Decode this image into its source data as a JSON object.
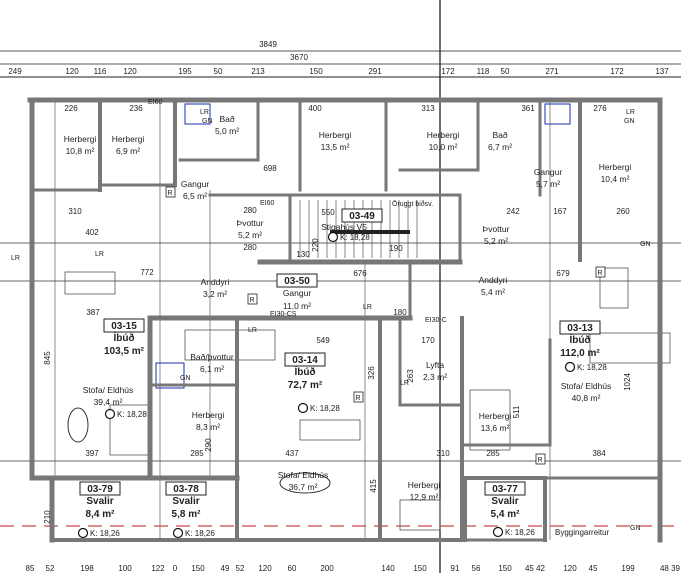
{
  "title": "Floor plan – 3rd floor, units 03-13 / 03-14 / 03-15",
  "overall_dimensions": [
    "3849",
    "3670"
  ],
  "top_dimensions": [
    "249",
    "120",
    "116",
    "120",
    "195",
    "50",
    "213",
    "150",
    "291",
    "172",
    "118",
    "50",
    "271",
    "172",
    "137"
  ],
  "bottom_dimensions": [
    "85",
    "52",
    "198",
    "100",
    "122",
    "0",
    "150",
    "49",
    "52",
    "120",
    "60",
    "200",
    "140",
    "150",
    "91",
    "56",
    "150",
    "45 42",
    "120",
    "45",
    "199",
    "48 39"
  ],
  "units": [
    {
      "id": "03-15",
      "type": "Íbúð",
      "area": "103,5 m²"
    },
    {
      "id": "03-14",
      "type": "Íbúð",
      "area": "72,7 m²"
    },
    {
      "id": "03-13",
      "type": "Íbúð",
      "area": "112,0 m²"
    },
    {
      "id": "03-50",
      "type": "Gangur",
      "area": "11,0 m²"
    },
    {
      "id": "03-49",
      "type": "Stigahús V5",
      "area": ""
    },
    {
      "id": "03-79",
      "type": "Svalir",
      "area": "8,4 m²"
    },
    {
      "id": "03-78",
      "type": "Svalir",
      "area": "5,8 m²"
    },
    {
      "id": "03-77",
      "type": "Svalir",
      "area": "5,4 m²"
    }
  ],
  "rooms": [
    {
      "name": "Herbergi",
      "area": "10,8 m²"
    },
    {
      "name": "Herbergi",
      "area": "6,9 m²"
    },
    {
      "name": "Bað",
      "area": "5,0 m²"
    },
    {
      "name": "Herbergi",
      "area": "13,5 m²"
    },
    {
      "name": "Gangur",
      "area": "6,5 m²"
    },
    {
      "name": "Þvottur",
      "area": "5,2 m²"
    },
    {
      "name": "Herbergi",
      "area": "10,0 m²"
    },
    {
      "name": "Bað",
      "area": "6,7 m²"
    },
    {
      "name": "Gangur",
      "area": "5,7 m²"
    },
    {
      "name": "Herbergi",
      "area": "10,4 m²"
    },
    {
      "name": "Þvottur",
      "area": "5,2 m²"
    },
    {
      "name": "Anddyri",
      "area": "3,2 m²"
    },
    {
      "name": "Anddyri",
      "area": "5,4 m²"
    },
    {
      "name": "Bað/þvottur",
      "area": "6,1 m²"
    },
    {
      "name": "Lyfta",
      "area": "2,3 m²"
    },
    {
      "name": "Stofa/ Eldhús",
      "area": "40,8 m²"
    },
    {
      "name": "Stofa/ Eldhús",
      "area": "39,4 m²"
    },
    {
      "name": "Herbergi",
      "area": "8,3 m²"
    },
    {
      "name": "Herbergi",
      "area": "13,6 m²"
    },
    {
      "name": "Stofa/ Eldhús",
      "area": "36,7 m²"
    },
    {
      "name": "Herbergi",
      "area": "12,9 m²"
    }
  ],
  "level_marks": [
    "K: 18,28",
    "K: 18,28",
    "K: 18,28",
    "K: 18,28",
    "K: 18,26",
    "K: 18,26",
    "K: 18,26"
  ],
  "inner_dimensions": [
    "226",
    "236",
    "400",
    "313",
    "361",
    "276",
    "698",
    "310",
    "402",
    "280",
    "280",
    "242",
    "167",
    "260",
    "220",
    "130",
    "772",
    "387",
    "676",
    "679",
    "549",
    "180",
    "170",
    "845",
    "326",
    "263",
    "397",
    "285",
    "437",
    "310",
    "285",
    "384",
    "415",
    "511",
    "1024",
    "290",
    "210",
    "190",
    "550"
  ],
  "tags": [
    "LR",
    "GN",
    "LR",
    "GN",
    "LR",
    "LR",
    "LR",
    "LR",
    "LR",
    "GN",
    "GN",
    "GN",
    "R",
    "R",
    "R",
    "R",
    "R",
    "EI30-CS",
    "EI30-C",
    "EI60",
    "EI60",
    "Ōruggt biðsv."
  ],
  "boundary_label": "Byggingarreitur"
}
